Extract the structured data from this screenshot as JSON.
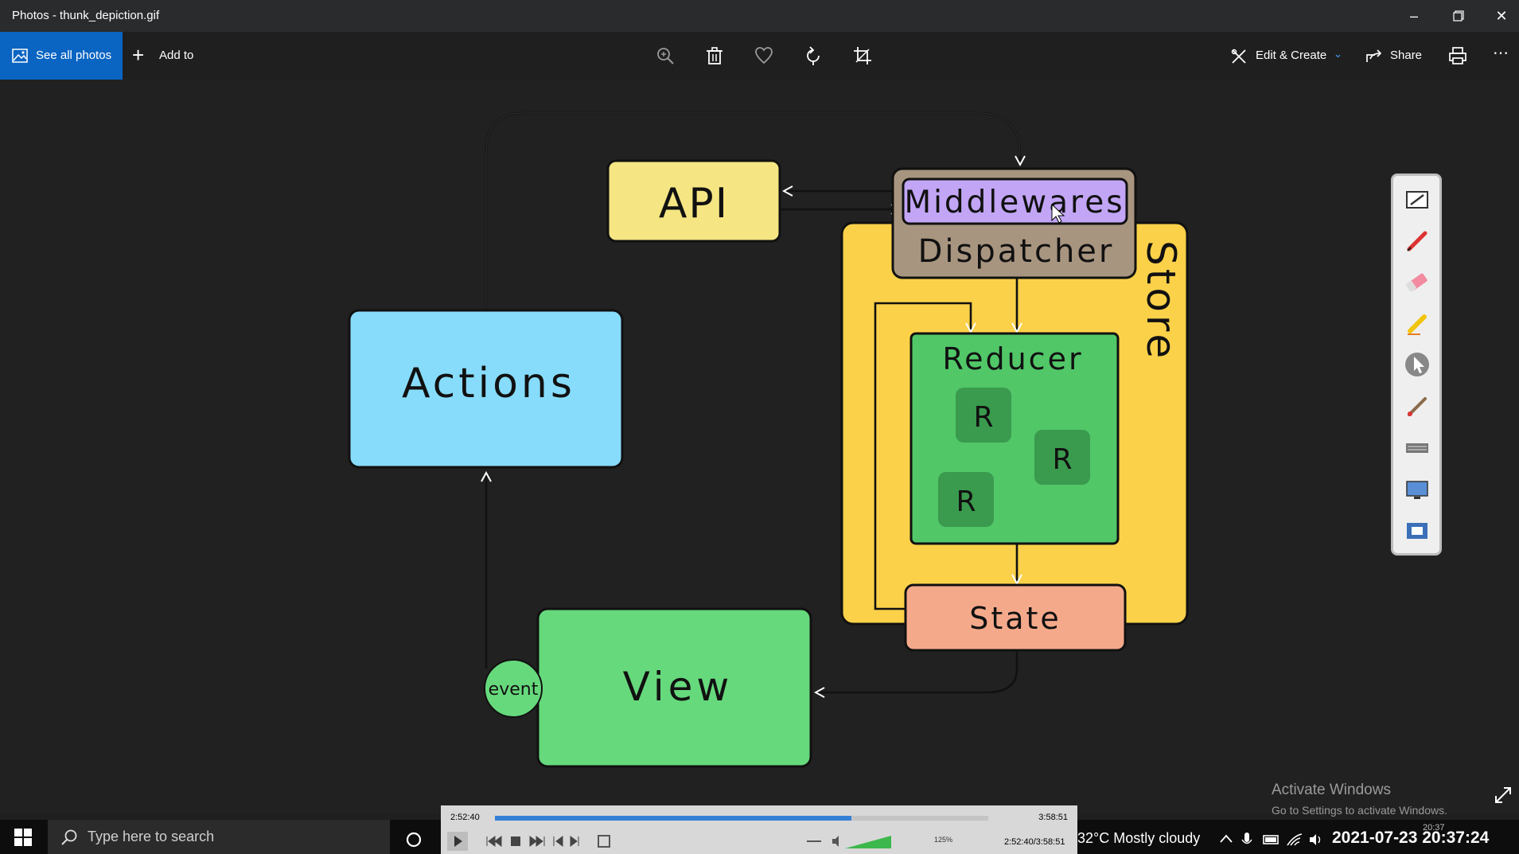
{
  "window": {
    "title": "Photos - thunk_depiction.gif",
    "controls": [
      "minimize-icon",
      "restore-icon",
      "close-icon"
    ]
  },
  "toolbar": {
    "see_all_label": "See all photos",
    "add_to_label": "Add to",
    "icons": [
      "zoom-icon",
      "delete-icon",
      "heart-icon",
      "rotate-icon",
      "crop-icon"
    ],
    "edit_create_label": "Edit & Create",
    "share_label": "Share",
    "print_icon": "print-icon",
    "more_icon": "more-icon",
    "accent": "#0a64c2"
  },
  "diagram": {
    "api": "API",
    "middlewares": "Middlewares",
    "dispatcher": "Dispatcher",
    "store": "Store",
    "reducer": "Reducer",
    "r_items": [
      "R",
      "R",
      "R"
    ],
    "actions": "Actions",
    "state": "State",
    "view": "View",
    "event": "event",
    "colors": {
      "api": "#f5e583",
      "middlewares": "#c2a5f5",
      "dispatcher": "#a89580",
      "store": "#fbd149",
      "reducer": "#51c768",
      "r_box": "#3a9a4e",
      "actions": "#87dcfb",
      "state": "#f5a98b",
      "view": "#66d97c"
    }
  },
  "pen_toolbar": {
    "tools": [
      "notepad-icon",
      "pen-icon",
      "eraser-icon",
      "highlighter-icon",
      "cursor-icon",
      "brush-icon",
      "keyboard-icon",
      "screen-icon",
      "projector-icon"
    ]
  },
  "watermark": {
    "line1": "Activate Windows",
    "line2": "Go to Settings to activate Windows."
  },
  "media_player": {
    "elapsed": "2:52:40",
    "total": "3:58:51",
    "progress": 0.722,
    "status_time": "2:52:40/3:58:51",
    "zoom": "125%"
  },
  "taskbar": {
    "search_placeholder": "Type here to search",
    "weather": "32°C  Mostly cloudy",
    "clock": "2021-07-23  20:37:24",
    "clock_ghost": "20:37"
  }
}
